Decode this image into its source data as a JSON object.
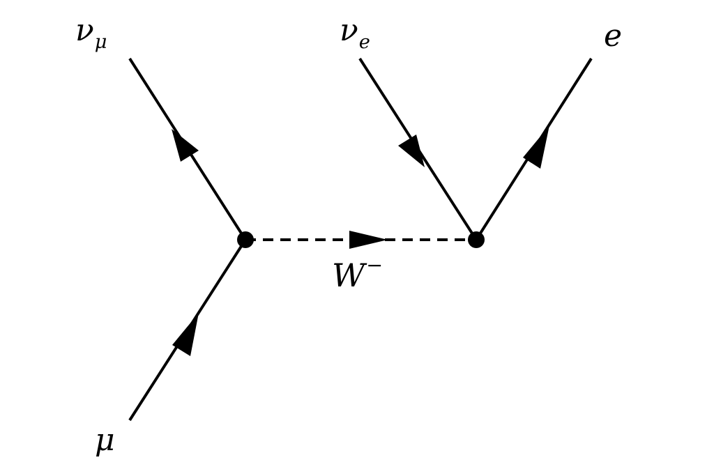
{
  "diagram": {
    "particles": {
      "muon_neutrino": {
        "symbol": "ν",
        "subscript": "μ"
      },
      "electron_neutrino": {
        "symbol": "ν",
        "subscript": "e"
      },
      "electron": {
        "symbol": "e"
      },
      "muon": {
        "symbol": "μ"
      },
      "w_boson": {
        "symbol": "W",
        "superscript": "−"
      }
    }
  }
}
